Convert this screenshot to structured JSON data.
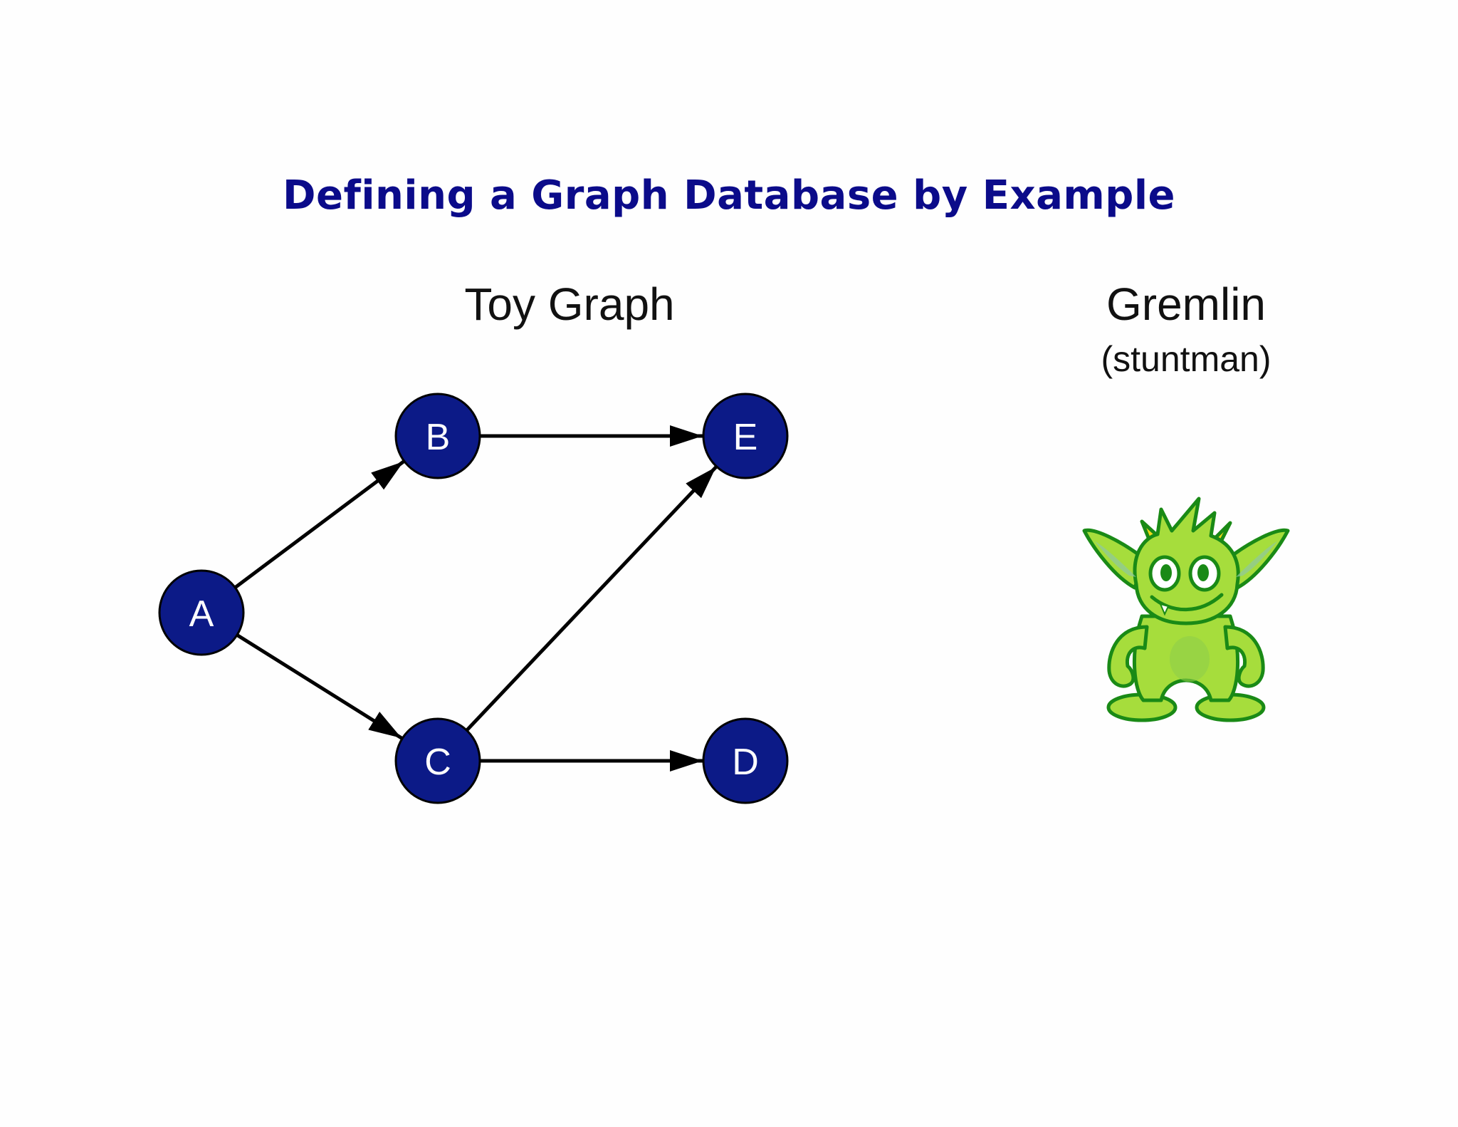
{
  "title": "Defining a Graph Database by Example",
  "left_panel": {
    "heading": "Toy Graph"
  },
  "right_panel": {
    "heading": "Gremlin",
    "subheading": "(stuntman)"
  },
  "graph": {
    "node_color": "#0c1a87",
    "nodes": [
      {
        "id": "A",
        "label": "A"
      },
      {
        "id": "B",
        "label": "B"
      },
      {
        "id": "C",
        "label": "C"
      },
      {
        "id": "D",
        "label": "D"
      },
      {
        "id": "E",
        "label": "E"
      }
    ],
    "edges": [
      {
        "from": "A",
        "to": "B"
      },
      {
        "from": "A",
        "to": "C"
      },
      {
        "from": "B",
        "to": "E"
      },
      {
        "from": "C",
        "to": "E"
      },
      {
        "from": "C",
        "to": "D"
      }
    ]
  },
  "mascot": {
    "icon": "gremlin-mascot-icon",
    "color": "#a6dd3c",
    "outline": "#1a8a16"
  }
}
